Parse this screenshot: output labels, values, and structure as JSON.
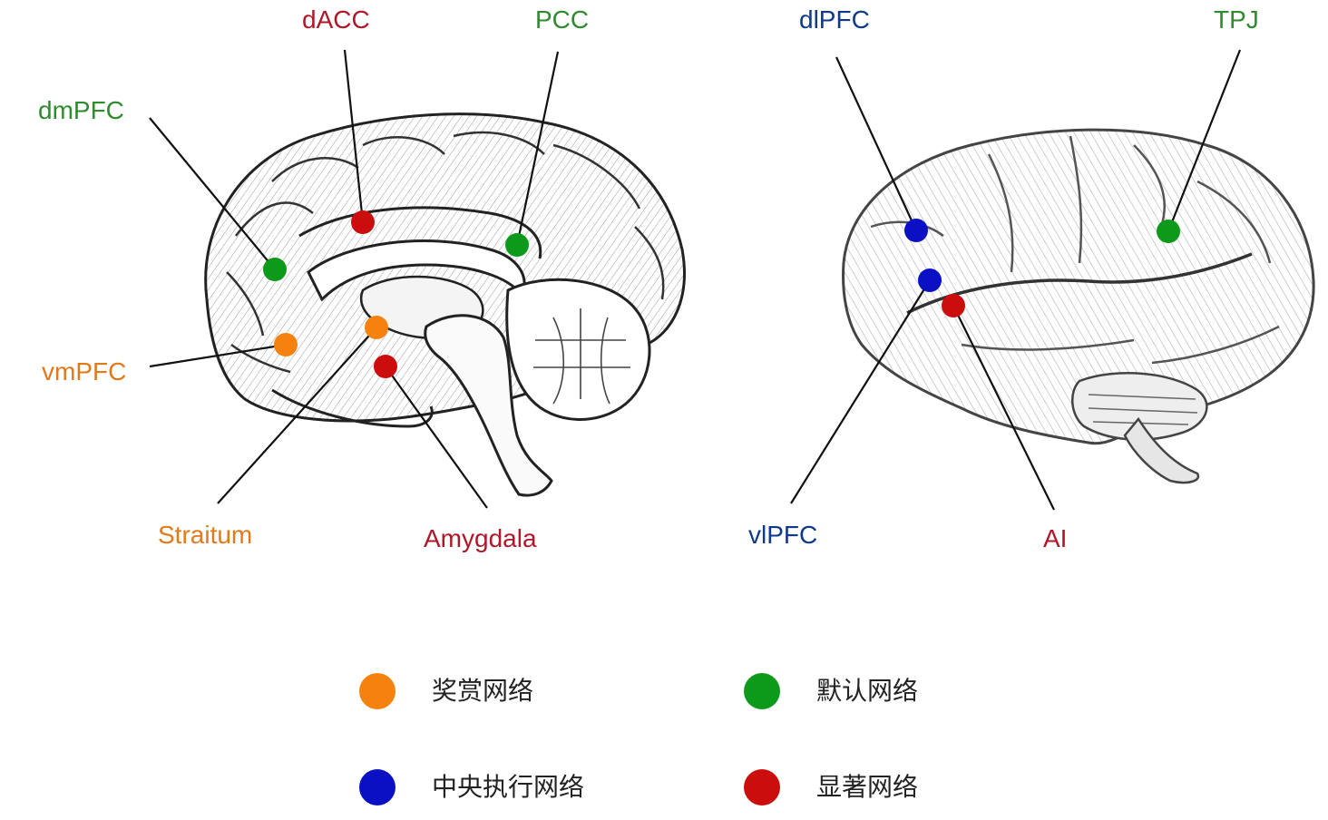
{
  "colors": {
    "reward": "#f5820e",
    "default": "#0d9a1a",
    "executive": "#0a10c4",
    "salience": "#cc0d0d",
    "label_green": "#2e8b2e",
    "label_red": "#b0182a",
    "label_orange": "#e07a1a",
    "label_blue": "#0f3a8c"
  },
  "regions": {
    "dACC": "dACC",
    "PCC": "PCC",
    "dmPFC": "dmPFC",
    "vmPFC": "vmPFC",
    "Striatum": "Straitum",
    "Amygdala": "Amygdala",
    "dlPFC": "dlPFC",
    "TPJ": "TPJ",
    "vlPFC": "vlPFC",
    "AI": "AI"
  },
  "legend": {
    "reward": "奖赏网络",
    "default": "默认网络",
    "executive": "中央执行网络",
    "salience": "显著网络"
  }
}
